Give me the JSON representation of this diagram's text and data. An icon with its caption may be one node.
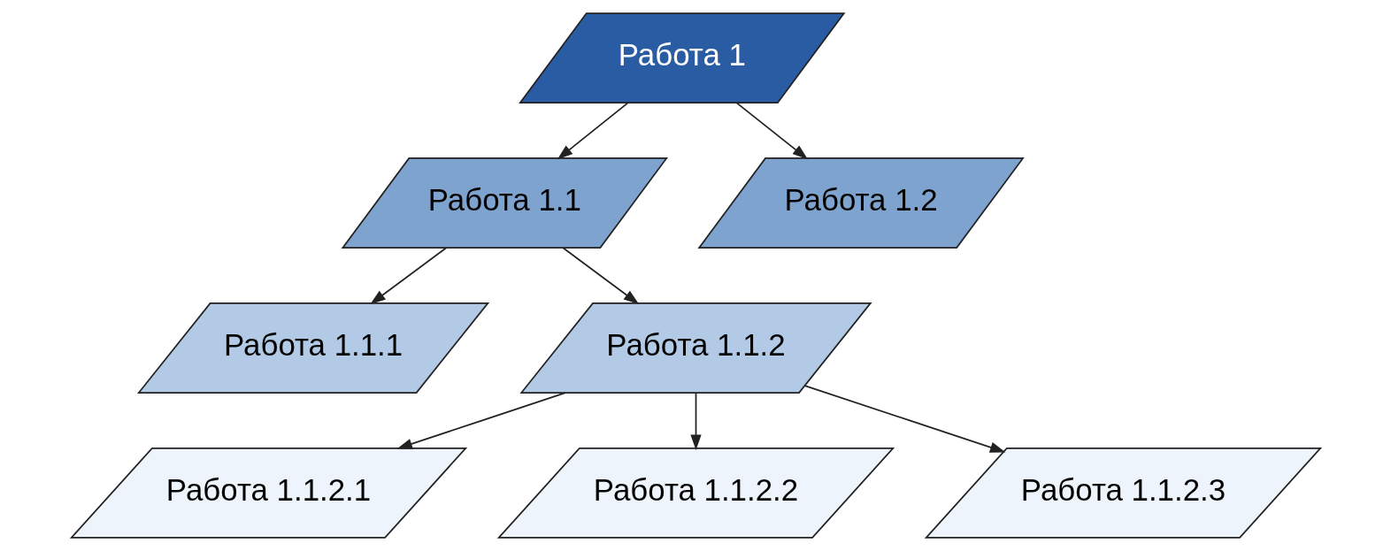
{
  "diagram": {
    "nodes": [
      {
        "text": [
          "Работа 1"
        ]
      },
      {
        "text": [
          "Работа 1.1"
        ]
      },
      {
        "text": [
          "Работа 1.2"
        ]
      },
      {
        "text": [
          "Работа 1.1.1"
        ]
      },
      {
        "text": [
          "Работа 1.1.2"
        ]
      },
      {
        "text": [
          "Работа 1.1.2.1"
        ]
      },
      {
        "text": [
          "Работа 1.1.2.2"
        ]
      },
      {
        "text": [
          "Работа 1.1.2.3"
        ]
      }
    ],
    "edges": [
      {
        "from": 0,
        "to": 1,
        "arrow": "to"
      },
      {
        "from": 0,
        "to": 2,
        "arrow": "to"
      },
      {
        "from": 1,
        "to": 3,
        "arrow": "to"
      },
      {
        "from": 1,
        "to": 4,
        "arrow": "to"
      },
      {
        "from": 4,
        "to": 5,
        "arrow": "to"
      },
      {
        "from": 4,
        "to": 6,
        "arrow": "to"
      },
      {
        "from": 4,
        "to": 7,
        "arrow": "to"
      }
    ]
  }
}
